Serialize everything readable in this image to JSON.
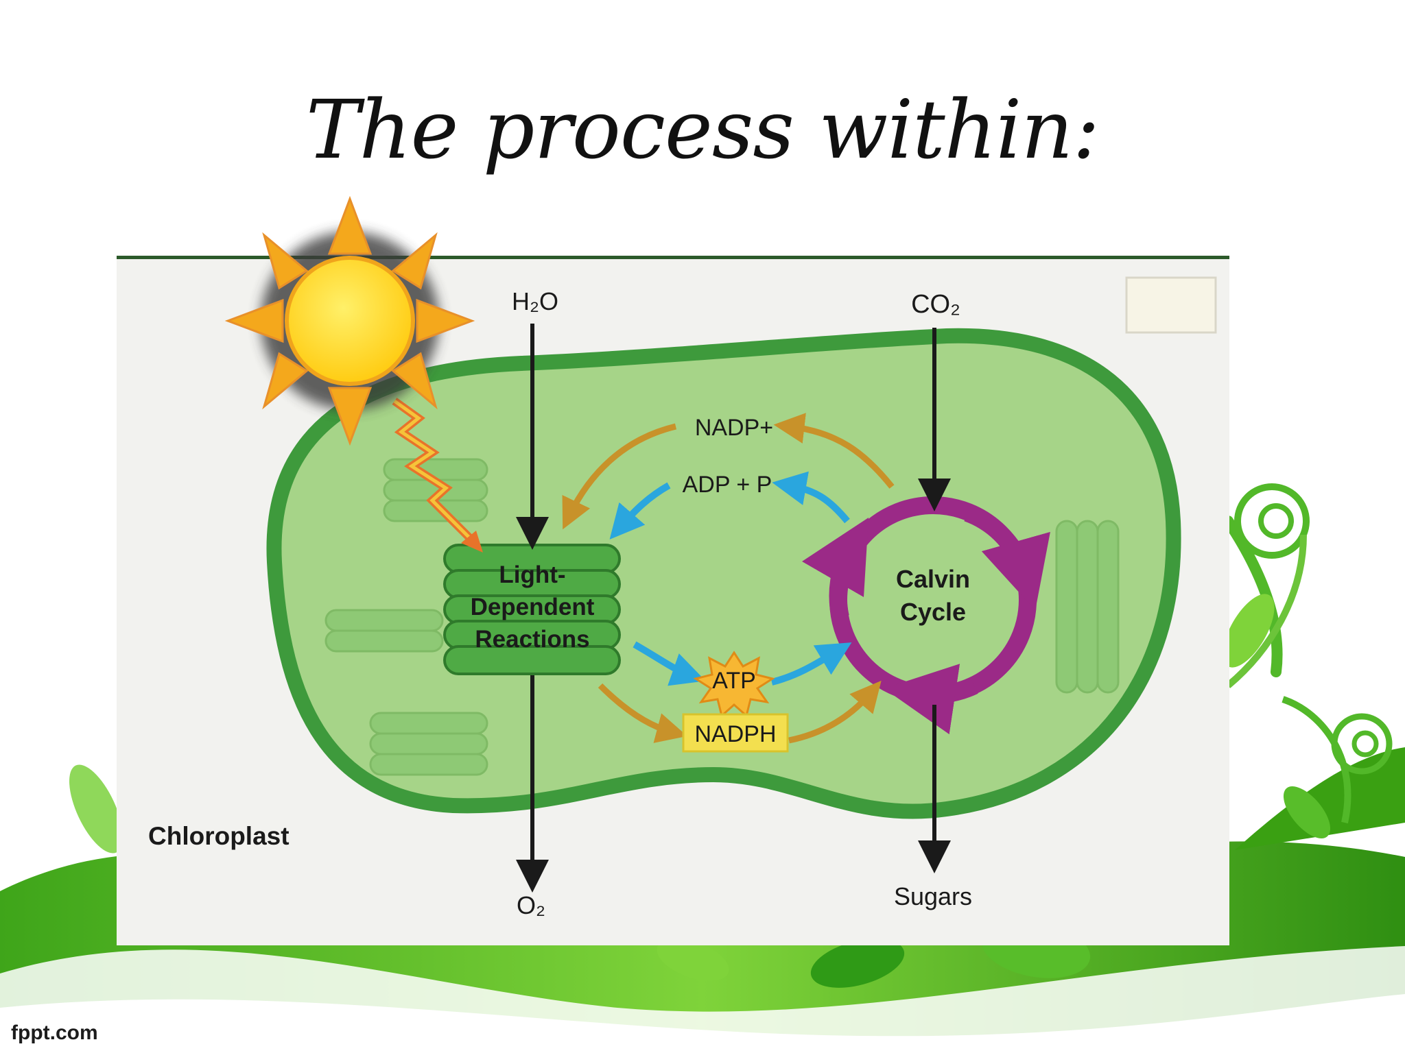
{
  "slide": {
    "title": "The process within:",
    "footer": "fppt.com"
  },
  "diagram": {
    "inputs": {
      "water": "H₂O",
      "carbon_dioxide": "CO₂"
    },
    "outputs": {
      "oxygen": "O₂",
      "sugars": "Sugars"
    },
    "organelle_label": "Chloroplast",
    "light_reactions": [
      "Light-",
      "Dependent",
      "Reactions"
    ],
    "calvin_cycle": [
      "Calvin",
      "Cycle"
    ],
    "nadp_plus": "NADP+",
    "adp_p": "ADP + P",
    "atp": "ATP",
    "nadph": "NADPH"
  },
  "colors": {
    "cell_outer": "#3e9a3c",
    "cell_inner": "#a6d488",
    "thylakoid": "#4faa45",
    "calvin_ring": "#9b2a87",
    "brown_arrow": "#c8922a",
    "blue_arrow": "#2aa6de",
    "sun": "#ffd21e",
    "background_leaf": "#52b829"
  }
}
